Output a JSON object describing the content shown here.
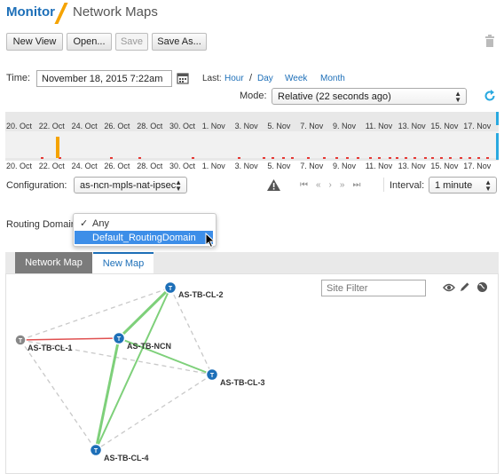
{
  "breadcrumb": {
    "root": "Monitor",
    "page": "Network Maps"
  },
  "toolbar": {
    "new_view": "New View",
    "open": "Open...",
    "save": "Save",
    "save_as": "Save As..."
  },
  "time": {
    "label": "Time:",
    "value": "November 18, 2015 7:22am",
    "last_label": "Last:",
    "hour": "Hour",
    "day": "Day",
    "week": "Week",
    "month": "Month",
    "mode_label": "Mode:",
    "mode_value": "Relative (22 seconds ago)"
  },
  "timeline": {
    "top_ticks": [
      "20. Oct",
      "22. Oct",
      "24. Oct",
      "26. Oct",
      "28. Oct",
      "30. Oct",
      "1. Nov",
      "3. Nov",
      "5. Nov",
      "7. Nov",
      "9. Nov",
      "11. Nov",
      "13. Nov",
      "15. Nov",
      "17. Nov"
    ],
    "bottom_ticks": [
      "20. Oct",
      "22. Oct",
      "24. Oct",
      "26. Oct",
      "28. Oct",
      "30. Oct",
      "1. Nov",
      "3. Nov",
      "5. Nov",
      "7. Nov",
      "9. Nov",
      "11. Nov",
      "13. Nov",
      "15. Nov",
      "17. Nov"
    ],
    "colors": {
      "accent_bar": "#f5a300",
      "event": "#e53935",
      "marker": "#29a9e0"
    }
  },
  "configuration": {
    "label": "Configuration:",
    "value": "as-ncn-mpls-nat-ipsec",
    "interval_label": "Interval:",
    "interval_value": "1 minute"
  },
  "routing": {
    "label": "Routing Domain",
    "options": [
      "Any",
      "Default_RoutingDomain"
    ],
    "checked": "Any",
    "highlighted": "Default_RoutingDomain"
  },
  "tabs": [
    {
      "label": "Network Map"
    },
    {
      "label": "New Map"
    }
  ],
  "map": {
    "filter_placeholder": "Site Filter",
    "node_badge": "T",
    "hub_badge": "T",
    "nodes": [
      "AS-TB-CL-2",
      "AS-TB-NCN",
      "AS-TB-CL-1",
      "AS-TB-CL-3",
      "AS-TB-CL-4"
    ]
  },
  "colors": {
    "brand": "#1d6fb8",
    "accent": "#f5a300",
    "link_up": "#7ed07a",
    "link_down": "#e05050",
    "node": "#1d6fb8"
  }
}
